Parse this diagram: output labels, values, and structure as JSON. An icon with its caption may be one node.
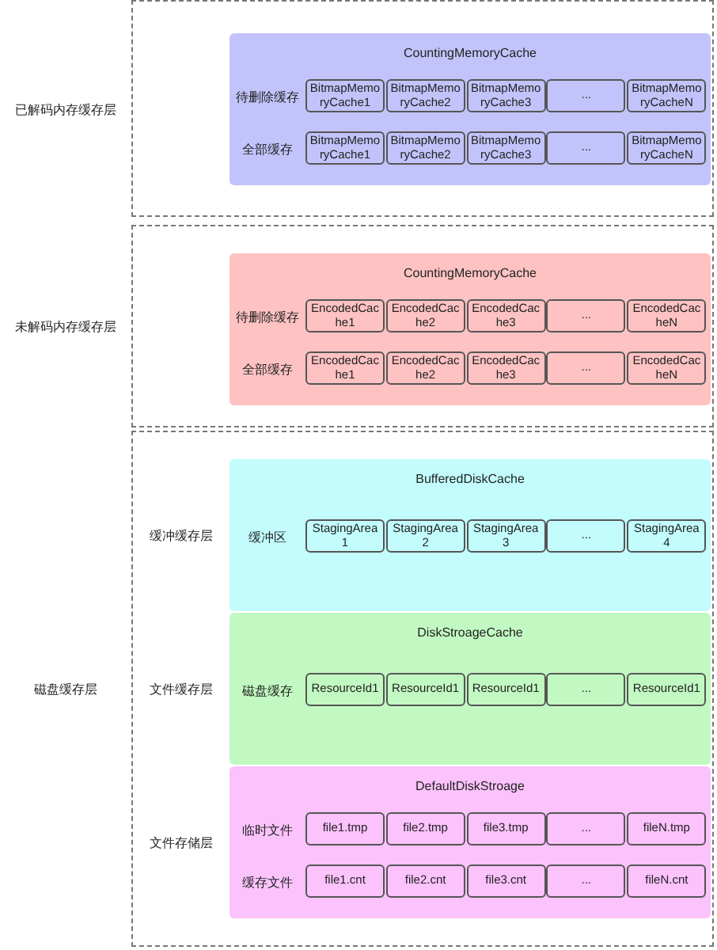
{
  "diagram": {
    "nodes": [
      {
        "text": [
          "已解码内存缓存层"
        ]
      },
      {
        "text": [
          "CountingMemoryCache",
          "待删除缓存",
          "全部缓存"
        ],
        "in": 0
      },
      {
        "text": [
          "BitmapMemoryCache1"
        ],
        "in": 1
      },
      {
        "text": [
          "BitmapMemoryCache2"
        ],
        "in": 1
      },
      {
        "text": [
          "BitmapMemoryCache3"
        ],
        "in": 1
      },
      {
        "text": [
          "..."
        ],
        "in": 1
      },
      {
        "text": [
          "BitmapMemoryCacheN"
        ],
        "in": 1
      },
      {
        "text": [
          "BitmapMemoryCache1"
        ],
        "in": 1
      },
      {
        "text": [
          "BitmapMemoryCache2"
        ],
        "in": 1
      },
      {
        "text": [
          "BitmapMemoryCache3"
        ],
        "in": 1
      },
      {
        "text": [
          "..."
        ],
        "in": 1
      },
      {
        "text": [
          "BitmapMemoryCacheN"
        ],
        "in": 1
      },
      {
        "text": [
          "未解码内存缓存层"
        ]
      },
      {
        "text": [
          "CountingMemoryCache",
          "待删除缓存",
          "全部缓存"
        ],
        "in": 12
      },
      {
        "text": [
          "EncodedCache1"
        ],
        "in": 13
      },
      {
        "text": [
          "EncodedCache2"
        ],
        "in": 13
      },
      {
        "text": [
          "EncodedCache3"
        ],
        "in": 13
      },
      {
        "text": [
          "..."
        ],
        "in": 13
      },
      {
        "text": [
          "EncodedCacheN"
        ],
        "in": 13
      },
      {
        "text": [
          "EncodedCache1"
        ],
        "in": 13
      },
      {
        "text": [
          "EncodedCache2"
        ],
        "in": 13
      },
      {
        "text": [
          "EncodedCache3"
        ],
        "in": 13
      },
      {
        "text": [
          "..."
        ],
        "in": 13
      },
      {
        "text": [
          "EncodedCacheN"
        ],
        "in": 13
      },
      {
        "text": [
          "磁盘缓存层"
        ]
      },
      {
        "text": [
          "BufferedDiskCache",
          "缓冲区"
        ],
        "beside": [
          "缓冲缓存层"
        ],
        "in": 24
      },
      {
        "text": [
          "StagingArea 1"
        ],
        "in": 25
      },
      {
        "text": [
          "StagingArea 2"
        ],
        "in": 25
      },
      {
        "text": [
          "StagingArea 3"
        ],
        "in": 25
      },
      {
        "text": [
          "..."
        ],
        "in": 25
      },
      {
        "text": [
          "StagingArea 4"
        ],
        "in": 25
      },
      {
        "text": [
          "DiskStroageCache",
          "磁盘缓存"
        ],
        "beside": [
          "文件缓存层"
        ],
        "in": 24
      },
      {
        "text": [
          "ResourceId1"
        ],
        "in": 31
      },
      {
        "text": [
          "ResourceId1"
        ],
        "in": 31
      },
      {
        "text": [
          "ResourceId1"
        ],
        "in": 31
      },
      {
        "text": [
          "..."
        ],
        "in": 31
      },
      {
        "text": [
          "ResourceId1"
        ],
        "in": 31
      },
      {
        "text": [
          "DefaultDiskStroage",
          "临时文件",
          "缓存文件"
        ],
        "beside": [
          "文件存储层"
        ],
        "in": 24
      },
      {
        "text": [
          "file1.tmp"
        ],
        "in": 37
      },
      {
        "text": [
          "file2.tmp"
        ],
        "in": 37
      },
      {
        "text": [
          "file3.tmp"
        ],
        "in": 37
      },
      {
        "text": [
          "..."
        ],
        "in": 37
      },
      {
        "text": [
          "fileN.tmp"
        ],
        "in": 37
      },
      {
        "text": [
          "file1.cnt"
        ],
        "in": 37
      },
      {
        "text": [
          "file2.cnt"
        ],
        "in": 37
      },
      {
        "text": [
          "file3.cnt"
        ],
        "in": 37
      },
      {
        "text": [
          "..."
        ],
        "in": 37
      },
      {
        "text": [
          "fileN.cnt"
        ],
        "in": 37
      }
    ]
  }
}
